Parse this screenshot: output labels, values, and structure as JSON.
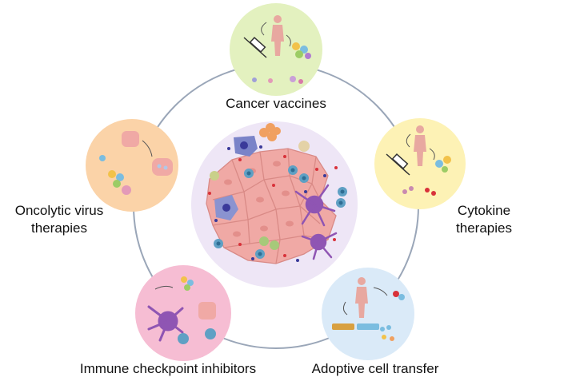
{
  "hub": {
    "colors": {
      "ring": "#9aa6b8",
      "tumor_disc": "#eee6f6",
      "tumor_cell": "#f0a9a5",
      "tumor_cell_edge": "#d98a86",
      "dendritic_cell": "#8f55b3",
      "t_cell": "#5fa0c4",
      "red_dot": "#d8323a",
      "blue_dot": "#3a3a9a"
    }
  },
  "therapies": [
    {
      "id": "cancer-vaccines",
      "label": "Cancer vaccines",
      "color": "#e3f1bf",
      "icon": "syringe-and-body-icon"
    },
    {
      "id": "cytokine",
      "label_lines": [
        "Cytokine",
        "therapies"
      ],
      "color": "#fdf2b5",
      "icon": "syringe-and-body-icon"
    },
    {
      "id": "adoptive-cell-transfer",
      "label": "Adoptive cell transfer",
      "color": "#daeaf8",
      "icon": "body-and-cell-culture-icon"
    },
    {
      "id": "checkpoint-inhibitors",
      "label": "Immune checkpoint inhibitors",
      "color": "#f6bdd3",
      "icon": "dendritic-and-t-cell-icon"
    },
    {
      "id": "oncolytic-virus",
      "label_lines": [
        "Oncolytic virus",
        "therapies"
      ],
      "color": "#fbd3a8",
      "icon": "virus-infected-cell-icon"
    }
  ]
}
